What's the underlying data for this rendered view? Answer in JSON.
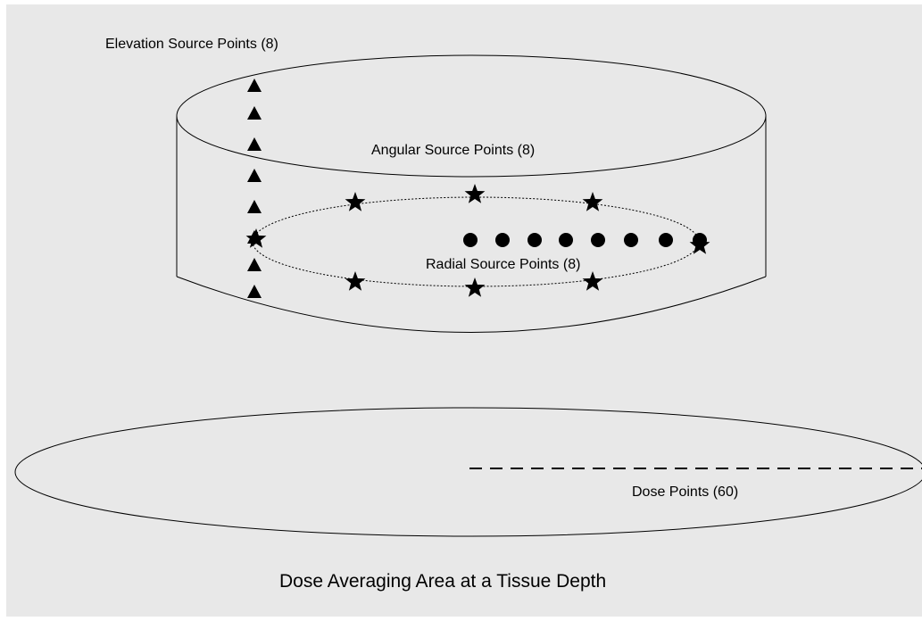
{
  "labels": {
    "elevation": "Elevation Source Points (8)",
    "angular": "Angular Source Points (8)",
    "radial": "Radial Source Points (8)",
    "dose": "Dose Points (60)",
    "caption": "Dose Averaging Area at a Tissue Depth"
  },
  "colors": {
    "background": "#e8e8e8",
    "stroke": "#000000",
    "marker": "#000000"
  },
  "markers": {
    "elevation_shape": "triangle",
    "angular_shape": "star",
    "radial_shape": "circle",
    "dose_line_style": "dashed"
  }
}
